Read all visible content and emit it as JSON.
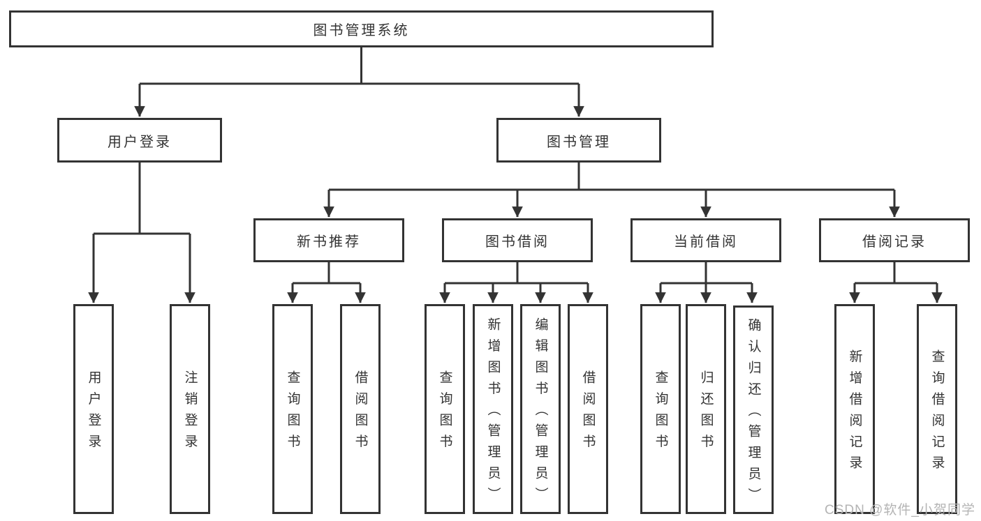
{
  "diagram": {
    "root": "图书管理系统",
    "user": {
      "label": "用户登录",
      "children": [
        "用户登录",
        "注销登录"
      ]
    },
    "book": {
      "label": "图书管理",
      "sections": [
        {
          "label": "新书推荐",
          "children": [
            "查询图书",
            "借阅图书"
          ]
        },
        {
          "label": "图书借阅",
          "children": [
            "查询图书",
            "新增图书（管理员）",
            "编辑图书（管理员）",
            "借阅图书"
          ]
        },
        {
          "label": "当前借阅",
          "children": [
            "查询图书",
            "归还图书",
            "确认归还（管理员）"
          ]
        },
        {
          "label": "借阅记录",
          "children": [
            "新增借阅记录",
            "查询借阅记录"
          ]
        }
      ]
    }
  },
  "watermark": "CSDN @软件_小贺同学",
  "colors": {
    "line": "#333333",
    "box_border": "#333333",
    "text": "#333333",
    "watermark": "#b4b4b4",
    "background": "#ffffff"
  }
}
